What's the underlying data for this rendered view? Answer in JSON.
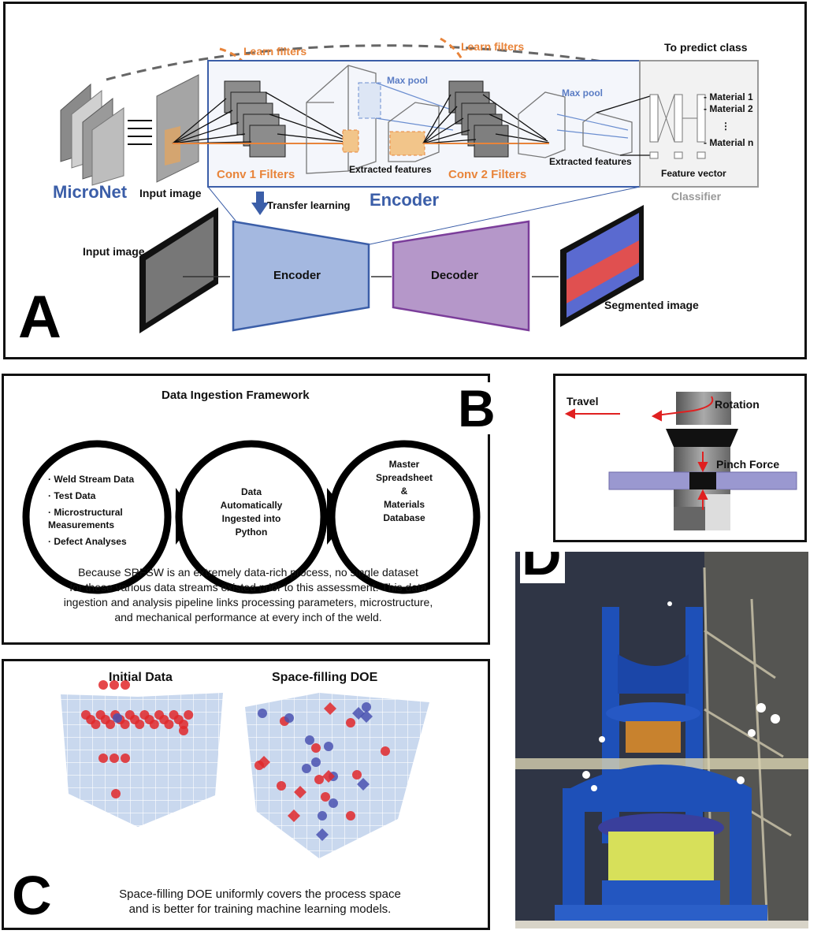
{
  "panel_a": {
    "label": "A",
    "micronet_label": "MicroNet",
    "input_image_label": "Input image",
    "learn_filters_1": "Learn filters",
    "learn_filters_2": "Learn filters",
    "to_predict_class": "To predict class",
    "max_pool_1": "Max pool",
    "max_pool_2": "Max pool",
    "conv1_filters": "Conv 1 Filters",
    "conv2_filters": "Conv 2 Filters",
    "extracted_features_1": "Extracted features",
    "extracted_features_2": "Extracted features",
    "encoder_title": "Encoder",
    "classifier_title": "Classifier",
    "feature_vector": "Feature vector",
    "materials": [
      "- Material 1",
      "- Material 2",
      "⋮",
      "- Material n"
    ],
    "transfer_learning": "Transfer learning",
    "seg_input_image": "Input image",
    "seg_encoder": "Encoder",
    "seg_decoder": "Decoder",
    "segmented_image": "Segmented image",
    "colors": {
      "orange": "#e8843a",
      "blue": "#3b5ea8",
      "encoder_fill": "#a4b8e0",
      "decoder_fill": "#b597c9",
      "decoder_stroke": "#7b3d9a"
    }
  },
  "panel_b": {
    "label": "B",
    "title": "Data Ingestion Framework",
    "circle1_items": [
      "Weld Stream Data",
      "Test Data",
      "Microstructural Measurements",
      "Defect Analyses"
    ],
    "circle2_lines": [
      "Data",
      "Automatically",
      "Ingested into",
      "Python"
    ],
    "circle3_lines": [
      "Master",
      "Spreadsheet",
      "&",
      "Materials",
      "Database"
    ],
    "caption_lines": [
      "Because SRFSW is an extremely data-rich process, no single dataset",
      "for these various data streams existed prior to this assessment. This data",
      "ingestion and analysis pipeline links processing parameters, microstructure,",
      "and mechanical performance at every inch of the weld."
    ]
  },
  "panel_c": {
    "label": "C",
    "plot1_title": "Initial Data",
    "plot2_title": "Space-filling DOE",
    "caption_lines": [
      "Space-filling DOE uniformly covers the process space",
      "and is better for training machine learning models."
    ],
    "colors": {
      "red": "#e0282a",
      "blue": "#4a52b0",
      "grid_bg": "#c9d8ee"
    }
  },
  "panel_d": {
    "label": "D",
    "travel": "Travel",
    "rotation": "Rotation",
    "pinch_force": "Pinch Force",
    "colors": {
      "arrow": "#e02020",
      "plate": "#9a98d0"
    }
  }
}
